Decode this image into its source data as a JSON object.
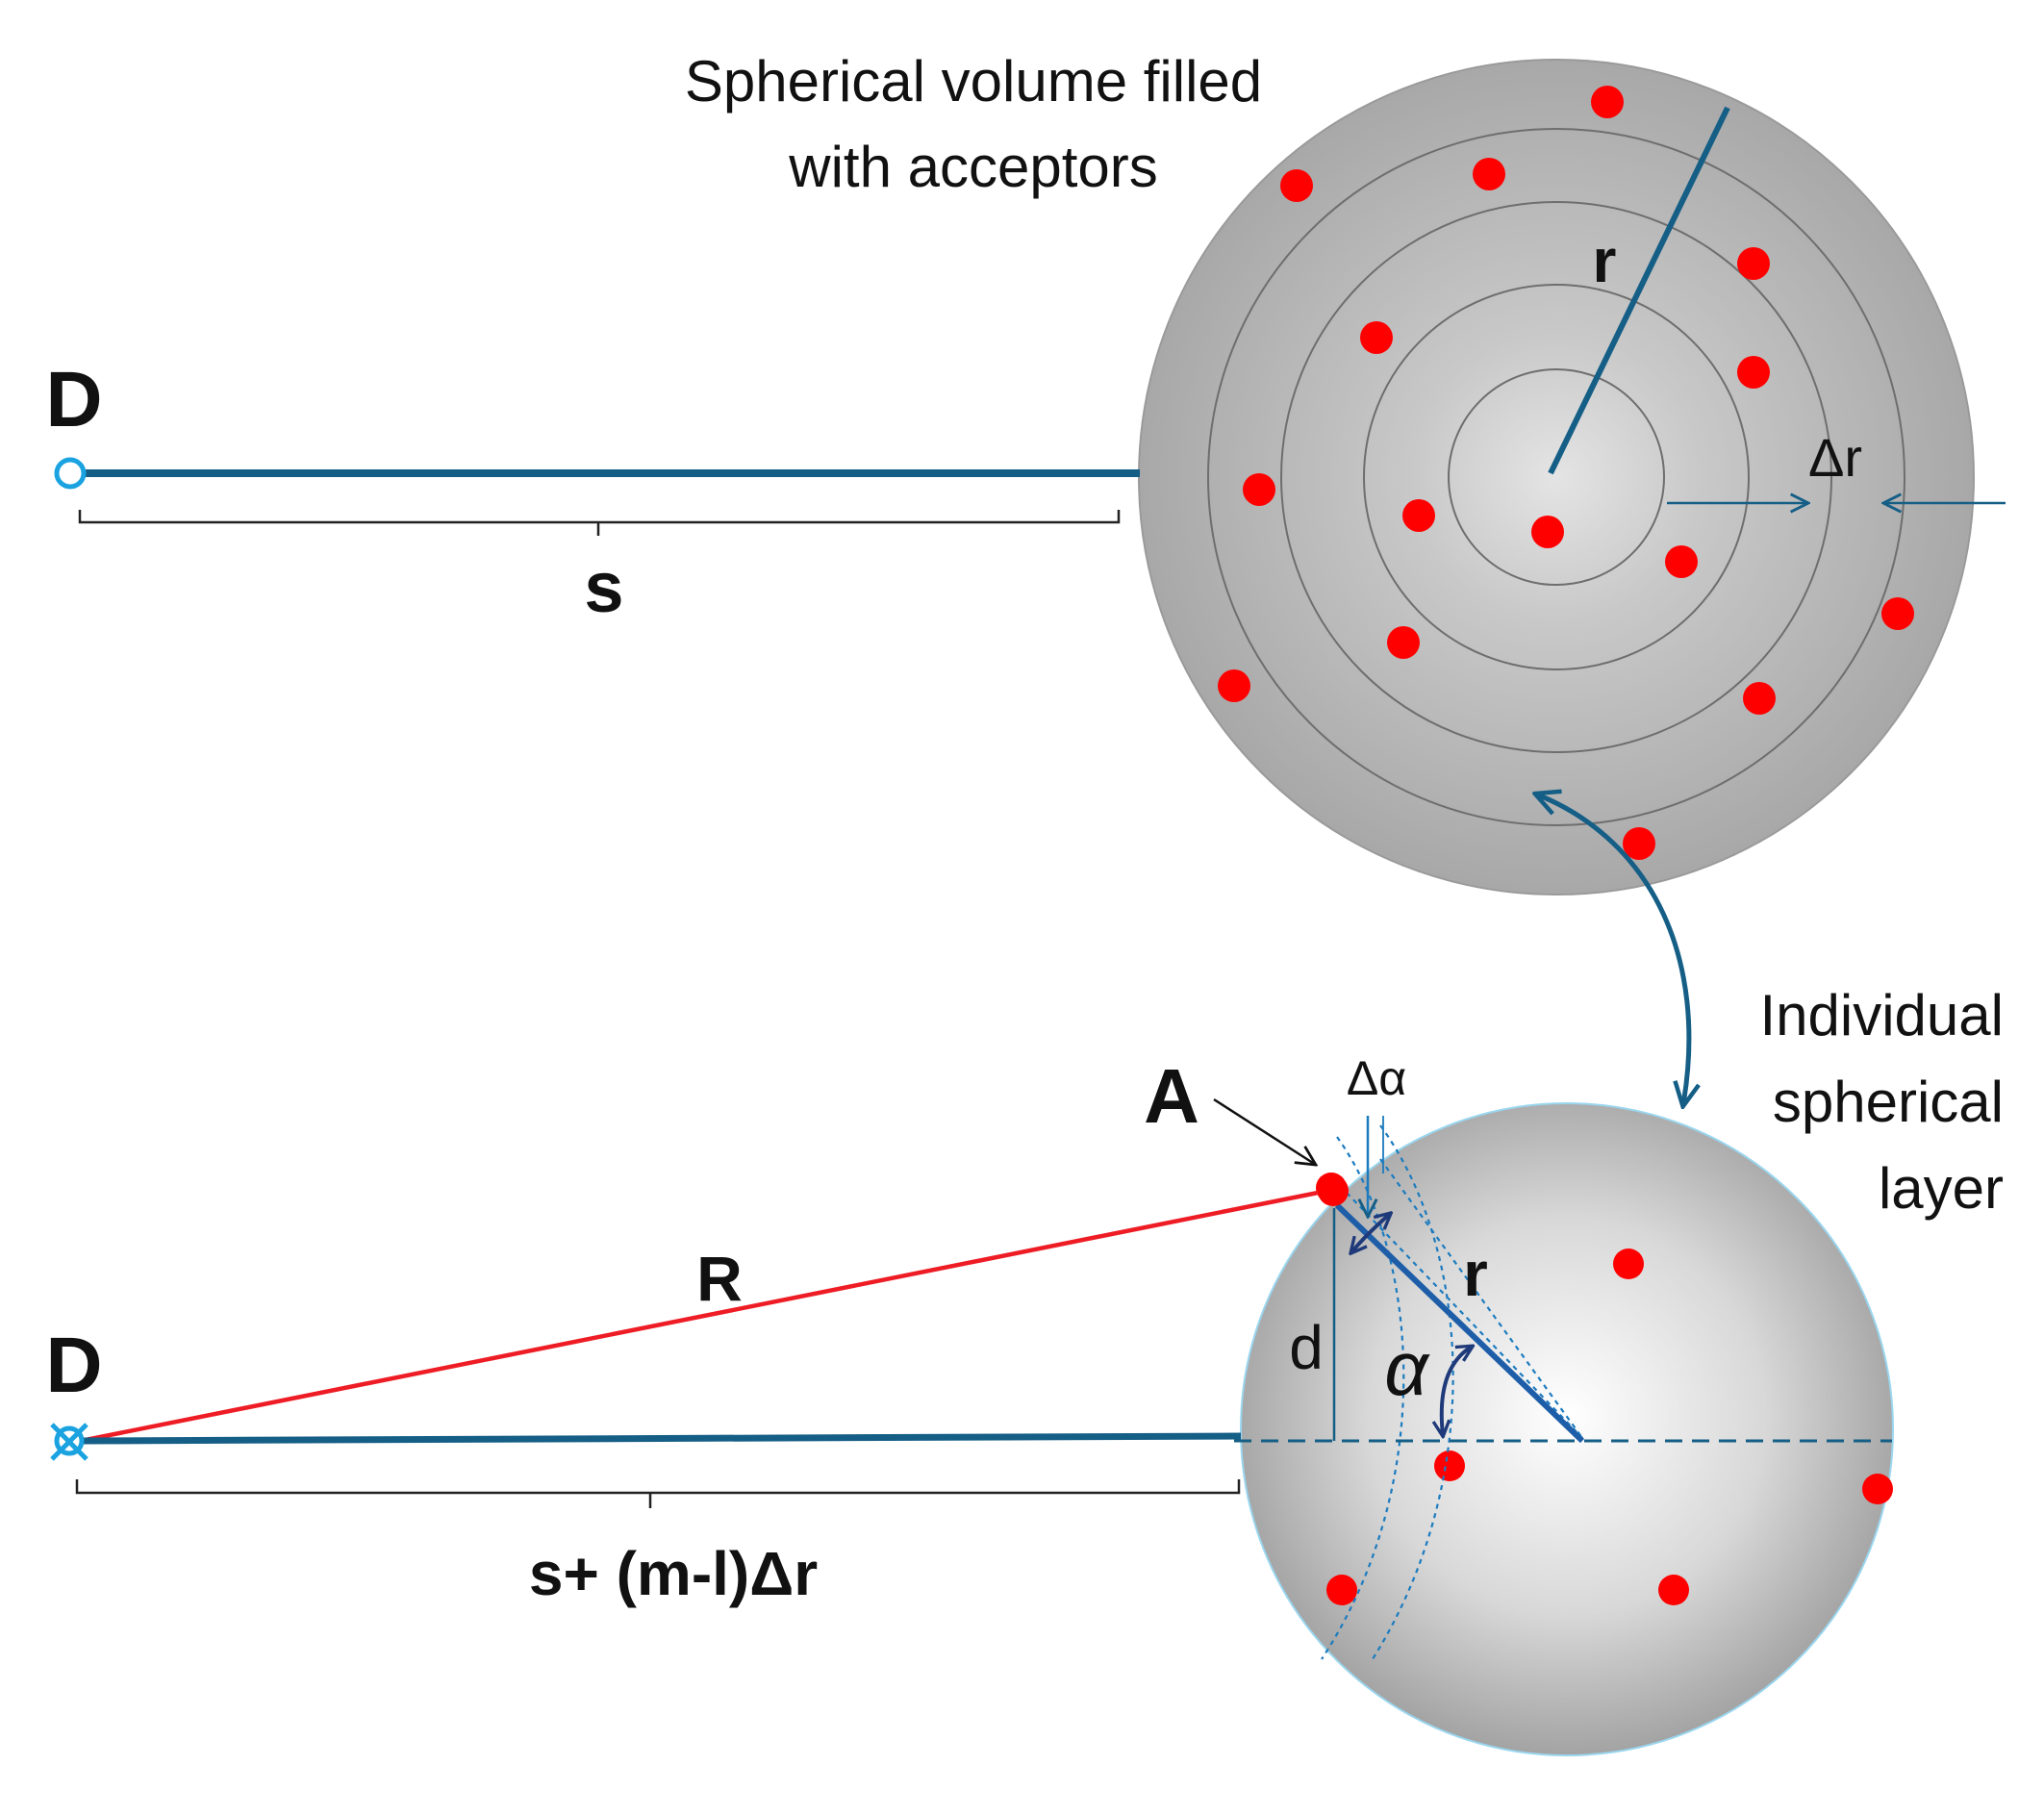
{
  "labels": {
    "top_title_line1": "Spherical volume filled",
    "top_title_line2": "with acceptors",
    "donor_top": "D",
    "distance_top": "s",
    "radius_top": "r",
    "shell_thickness": "Δr",
    "layer_line1": "Individual",
    "layer_line2": "spherical",
    "layer_line3": "layer",
    "acceptor": "A",
    "delta_alpha": "Δα",
    "radius_bottom": "r",
    "distance_R": "R",
    "height_d": "d",
    "angle_alpha": "α",
    "donor_bottom": "D",
    "distance_bottom": "s+ (m-l)Δr"
  },
  "colors": {
    "acceptor_dot": "#ff0000",
    "line_blue": "#155e86",
    "donor_outline": "#1aa3e0",
    "sphere_gray": "#a9a9a9",
    "distance_R_line": "#ee1c24"
  }
}
